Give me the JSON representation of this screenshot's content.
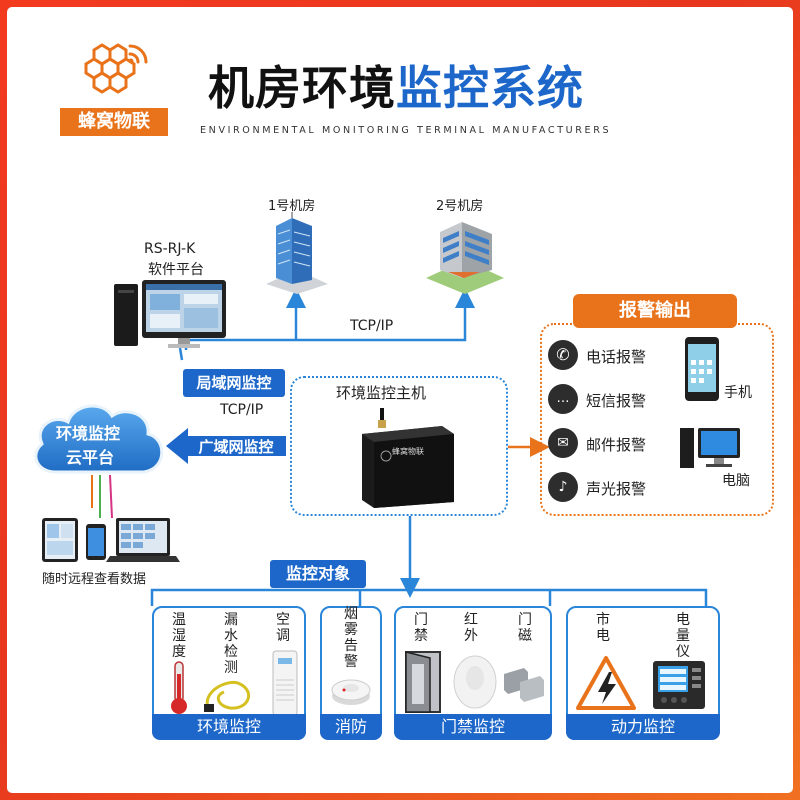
{
  "brand": {
    "name": "蜂窝物联"
  },
  "title": {
    "part1": "机房环境",
    "part2": "监控系统",
    "subtitle": "ENVIRONMENTAL MONITORING TERMINAL MANUFACTURERS"
  },
  "software": {
    "line1": "RS-RJ-K",
    "line2": "软件平台"
  },
  "rooms": [
    {
      "label": "1号机房"
    },
    {
      "label": "2号机房"
    }
  ],
  "links": {
    "tcp_top": "TCP/IP",
    "tcp_mid": "TCP/IP",
    "lan": "局域网监控",
    "wan": "广域网监控"
  },
  "cloud": {
    "line1": "环境监控",
    "line2": "云平台"
  },
  "remote": {
    "label": "随时远程查看数据"
  },
  "host": {
    "label": "环境监控主机",
    "device_brand": "蜂窝物联"
  },
  "alarm": {
    "title": "报警输出",
    "items": [
      {
        "label": "电话报警",
        "icon": "phone-icon"
      },
      {
        "label": "短信报警",
        "icon": "sms-icon"
      },
      {
        "label": "邮件报警",
        "icon": "mail-icon"
      },
      {
        "label": "声光报警",
        "icon": "bell-icon"
      }
    ],
    "devices": {
      "phone": "手机",
      "pc": "电脑"
    }
  },
  "objects": {
    "title": "监控对象",
    "groups": [
      {
        "name": "环境监控",
        "items": [
          "温湿度",
          "漏水检测",
          "空调"
        ]
      },
      {
        "name": "消防",
        "items": [
          "烟雾告警"
        ]
      },
      {
        "name": "门禁监控",
        "items": [
          "门禁",
          "红外",
          "门磁"
        ]
      },
      {
        "name": "动力监控",
        "items": [
          "市电",
          "电量仪"
        ]
      }
    ]
  },
  "colors": {
    "blue": "#1c67c9",
    "orange": "#e8731a",
    "red": "#e8371e",
    "line_blue": "#2a86d8"
  }
}
